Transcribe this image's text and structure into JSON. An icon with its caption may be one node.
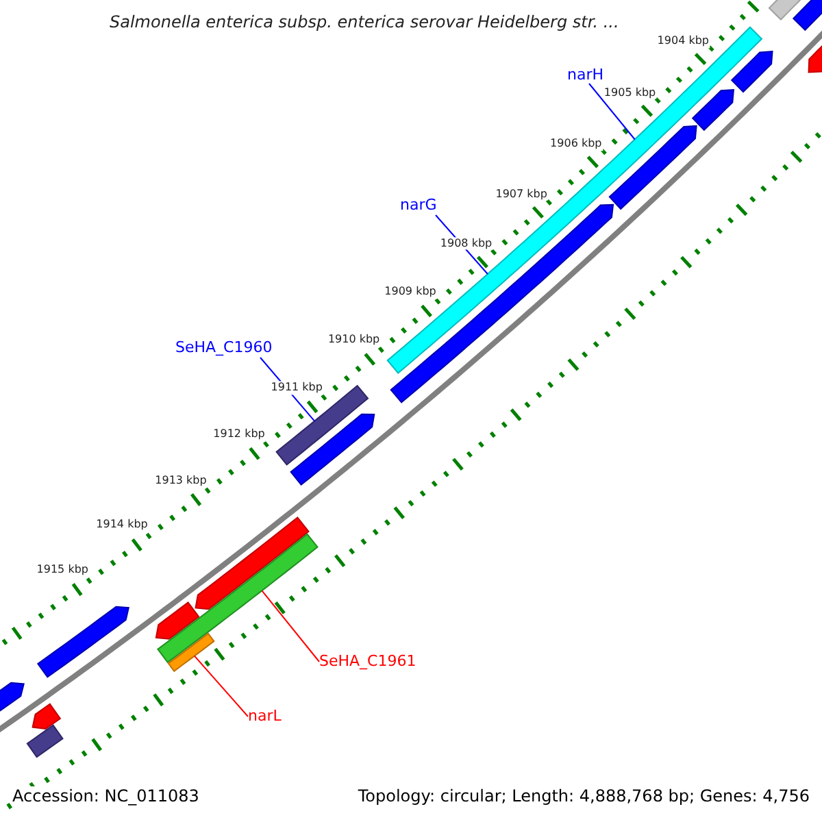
{
  "diagram": {
    "title": "Salmonella enterica subsp. enterica serovar Heidelberg str. ...",
    "nodes": [
      {
        "text": [
          "narH"
        ]
      },
      {
        "text": [],
        "shape": "bar"
      },
      {
        "text": [
          "narG"
        ]
      },
      {
        "text": [
          "SeHA_C1960"
        ]
      },
      {
        "text": [],
        "shape": "bar"
      },
      {
        "text": [
          "SeHA_C1961"
        ]
      },
      {
        "text": [],
        "shape": "bar"
      },
      {
        "text": [
          "narL"
        ]
      },
      {
        "text": [],
        "shape": "bar"
      },
      {
        "text": [],
        "shape": "bar"
      },
      {
        "text": [],
        "shape": "bar"
      },
      {
        "text": [],
        "shape": "bar"
      },
      {
        "text": [],
        "shape": "bar"
      },
      {
        "text": [],
        "shape": "bar"
      },
      {
        "text": [],
        "shape": "bar"
      },
      {
        "text": [],
        "shape": "bar"
      },
      {
        "text": [],
        "shape": "bar"
      },
      {
        "text": [],
        "shape": "bar"
      },
      {
        "text": [],
        "shape": "bar"
      },
      {
        "text": [],
        "shape": "bar"
      },
      {
        "text": [],
        "shape": "bar"
      },
      {
        "text": [],
        "shape": "bar"
      },
      {
        "text": [],
        "shape": "bar"
      }
    ],
    "edges": [
      {
        "from": 0,
        "to": 1,
        "arrow": "none"
      },
      {
        "from": 2,
        "to": 1,
        "arrow": "none"
      },
      {
        "from": 3,
        "to": 4,
        "arrow": "none"
      },
      {
        "from": 5,
        "to": 6,
        "arrow": "none",
        "color": "#ff0000"
      },
      {
        "from": 7,
        "to": 8,
        "arrow": "none",
        "color": "#ff0000"
      }
    ],
    "labels": [
      "1904 kbp",
      "1905 kbp",
      "1906 kbp",
      "1907 kbp",
      "1908 kbp",
      "1909 kbp",
      "1910 kbp",
      "1911 kbp",
      "1912 kbp",
      "1913 kbp",
      "1914 kbp",
      "1915 kbp",
      "Accession: NC_011083",
      "Topology: circular; Length: 4,888,768 bp; Genes: 4,756"
    ]
  }
}
